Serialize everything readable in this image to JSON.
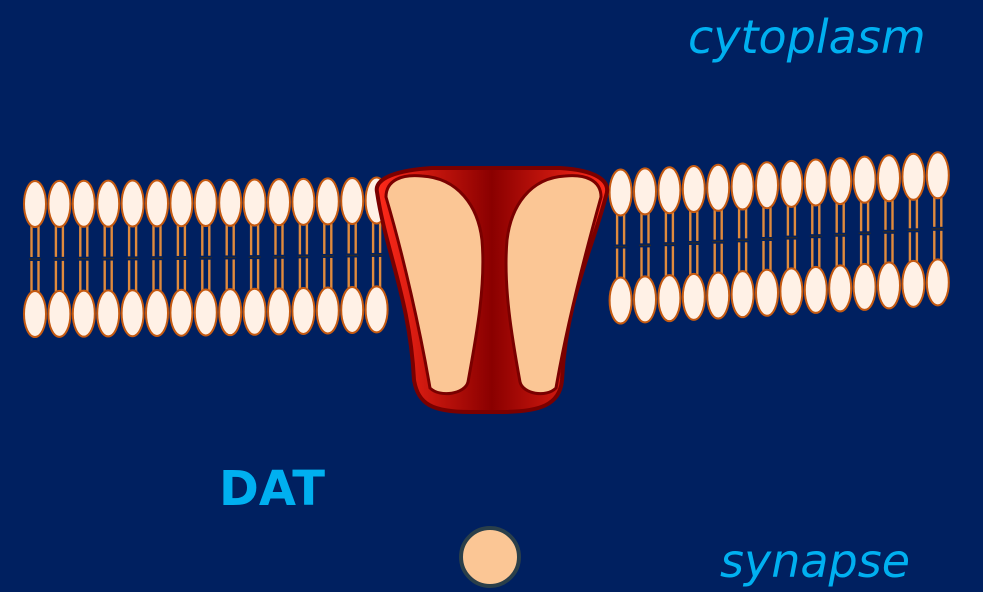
{
  "labels": {
    "cytoplasm": "cytoplasm",
    "synapse": "synapse",
    "dat": "DAT"
  },
  "colors": {
    "background": "#002060",
    "label": "#00b0f0",
    "lipid_head": "#fff1e6",
    "lipid_outline": "#c55a11",
    "lipid_tail": "#e08a3c",
    "transporter_red": "#e80000",
    "transporter_outline": "#7a0000",
    "transporter_lobe": "#fbc695",
    "substrate_fill": "#fbc695",
    "substrate_outline": "#2a3f4a"
  },
  "icons": {
    "membrane": "lipid-bilayer-icon",
    "transporter": "dopamine-transporter-icon",
    "substrate": "dopamine-molecule-icon"
  }
}
